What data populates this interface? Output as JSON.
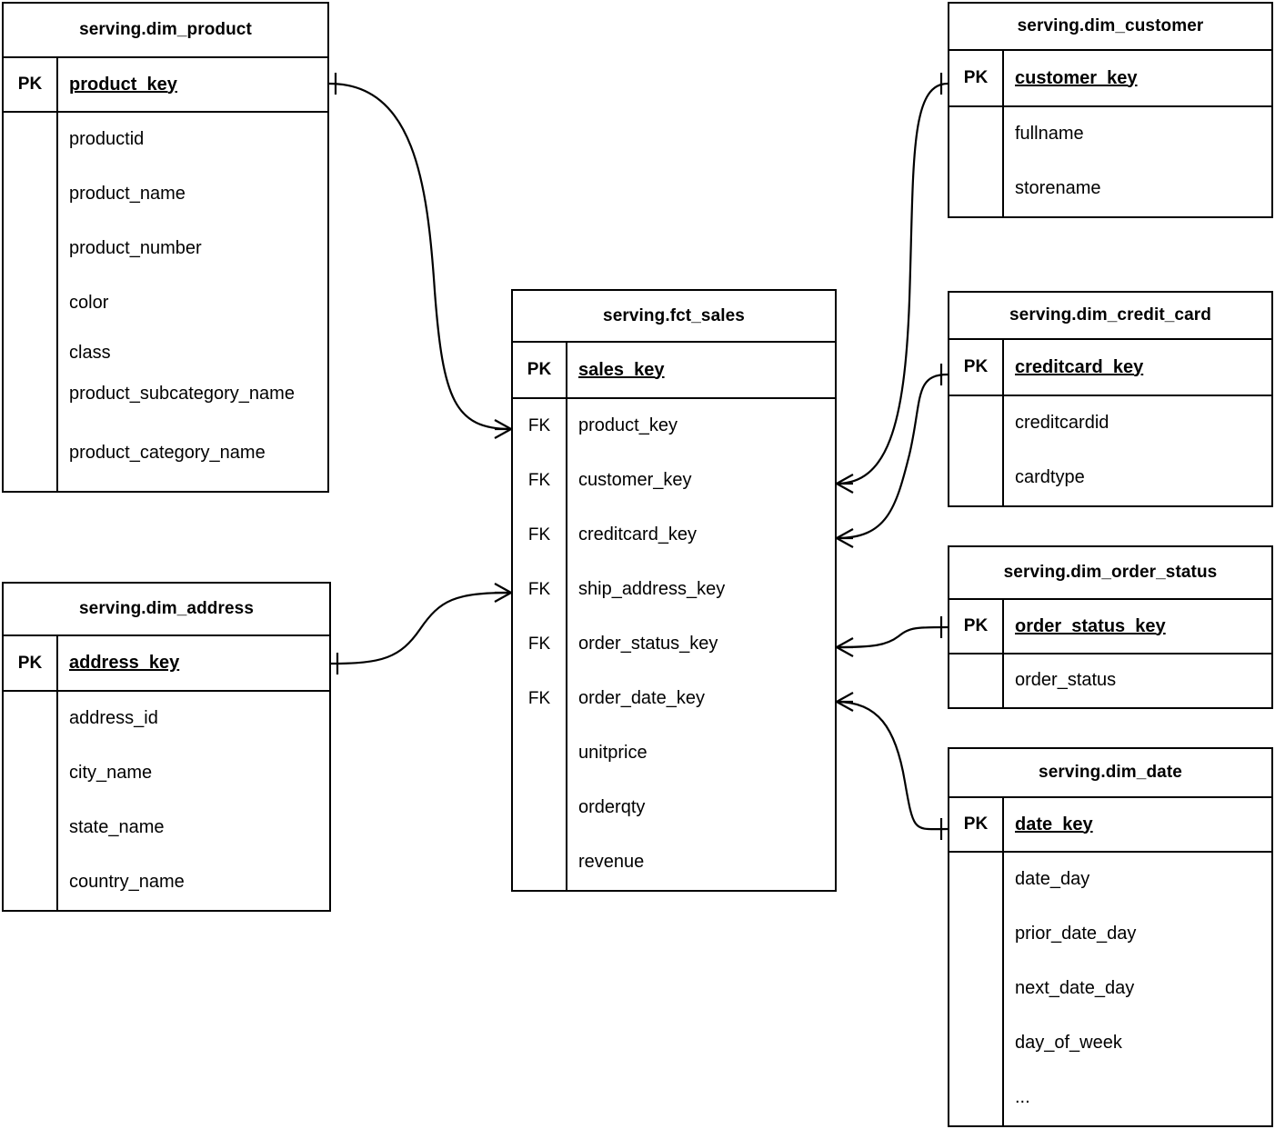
{
  "diagram": {
    "title": "serving layer star schema",
    "notation": "crow-foot",
    "background_color": "#ffffff",
    "line_color": "#000000"
  },
  "labels": {
    "pk": "PK",
    "fk": "FK",
    "blank": ""
  },
  "entities": {
    "dim_product": {
      "name": "serving.dim_product",
      "pk": {
        "key": "PK",
        "field": "product_key"
      },
      "fields": [
        "productid",
        "product_name",
        "product_number",
        "color",
        "class",
        "product_subcategory_name",
        "product_category_name"
      ]
    },
    "dim_address": {
      "name": "serving.dim_address",
      "pk": {
        "key": "PK",
        "field": "address_key"
      },
      "fields": [
        "address_id",
        "city_name",
        "state_name",
        "country_name"
      ]
    },
    "fct_sales": {
      "name": "serving.fct_sales",
      "pk": {
        "key": "PK",
        "field": "sales_key"
      },
      "foreign_keys": [
        {
          "key": "FK",
          "field": "product_key"
        },
        {
          "key": "FK",
          "field": "customer_key"
        },
        {
          "key": "FK",
          "field": "creditcard_key"
        },
        {
          "key": "FK",
          "field": "ship_address_key"
        },
        {
          "key": "FK",
          "field": "order_status_key"
        },
        {
          "key": "FK",
          "field": "order_date_key"
        }
      ],
      "measures": [
        {
          "key": "",
          "field": "unitprice"
        },
        {
          "key": "",
          "field": "orderqty"
        },
        {
          "key": "",
          "field": "revenue"
        }
      ]
    },
    "dim_customer": {
      "name": "serving.dim_customer",
      "pk": {
        "key": "PK",
        "field": "customer_key"
      },
      "fields": [
        "fullname",
        "storename"
      ]
    },
    "dim_credit_card": {
      "name": "serving.dim_credit_card",
      "pk": {
        "key": "PK",
        "field": "creditcard_key"
      },
      "fields": [
        "creditcardid",
        "cardtype"
      ]
    },
    "dim_order_status": {
      "name": "serving.dim_order_status",
      "pk": {
        "key": "PK",
        "field": "order_status_key"
      },
      "fields": [
        "order_status"
      ]
    },
    "dim_date": {
      "name": "serving.dim_date",
      "pk": {
        "key": "PK",
        "field": "date_key"
      },
      "fields": [
        "date_day",
        "prior_date_day",
        "next_date_day",
        "day_of_week",
        "..."
      ]
    }
  },
  "relationships": [
    {
      "from": "dim_product.product_key",
      "to": "fct_sales.product_key",
      "from_card": "one",
      "to_card": "many"
    },
    {
      "from": "dim_address.address_key",
      "to": "fct_sales.ship_address_key",
      "from_card": "one",
      "to_card": "many"
    },
    {
      "from": "dim_customer.customer_key",
      "to": "fct_sales.customer_key",
      "from_card": "one",
      "to_card": "many"
    },
    {
      "from": "dim_credit_card.creditcard_key",
      "to": "fct_sales.creditcard_key",
      "from_card": "one",
      "to_card": "many"
    },
    {
      "from": "dim_order_status.order_status_key",
      "to": "fct_sales.order_status_key",
      "from_card": "one",
      "to_card": "many"
    },
    {
      "from": "dim_date.date_key",
      "to": "fct_sales.order_date_key",
      "from_card": "one",
      "to_card": "many"
    }
  ]
}
